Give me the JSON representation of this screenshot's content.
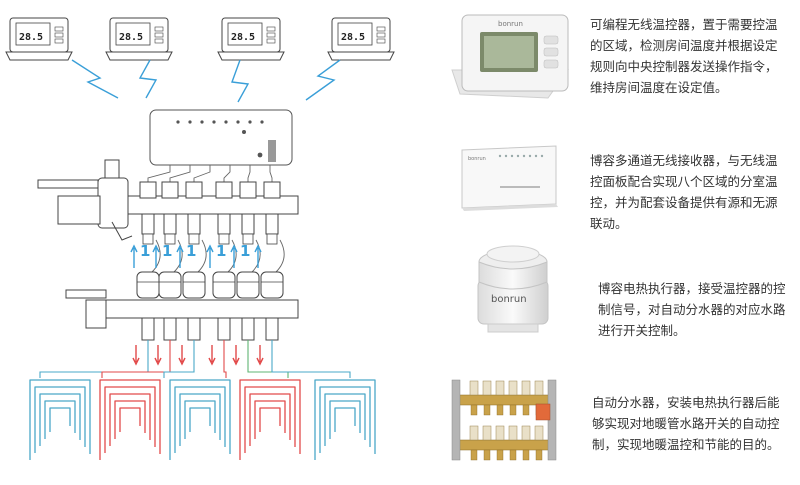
{
  "diagram": {
    "thermostat_display": "28.5",
    "channel_flags": [
      "1",
      "1",
      "1",
      "1",
      "1"
    ]
  },
  "products": [
    {
      "name": "wireless-thermostat",
      "brand": "bonrun",
      "description": "可编程无线温控器，置于需要控温的区域，检测房间温度并根据设定规则向中央控制器发送操作指令，维持房间温度在设定值。"
    },
    {
      "name": "multichannel-receiver",
      "brand": "bonrun",
      "description": "博容多通道无线接收器，与无线温控面板配合实现八个区域的分室温控，并为配套设备提供有源和无源联动。"
    },
    {
      "name": "electric-actuator",
      "brand": "bonrun",
      "description": "博容电热执行器，接受温控器的控制信号，对自动分水器的对应水路进行开关控制。"
    },
    {
      "name": "auto-manifold",
      "description": "自动分水器，安装电热执行器后能够实现对地暖管水路开关的自动控制，实现地暖温控和节能的目的。"
    }
  ],
  "colors": {
    "supply": "#e24a4a",
    "return": "#4aa8c8",
    "green": "#5fb573",
    "signal": "#3a9fd8",
    "brass": "#c9a24a"
  }
}
